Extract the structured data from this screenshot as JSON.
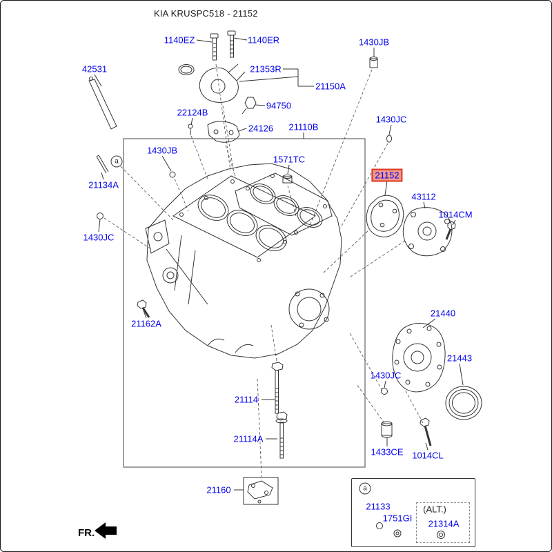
{
  "title": "KIA KRUSPC518 - 21152",
  "colors": {
    "label-color": "#0404ee",
    "highlight-bg": "#f0968b",
    "highlight-border": "#dd3a22",
    "line-color": "#333333"
  },
  "context_marker": "a",
  "highlight": {
    "text": "21152"
  },
  "labels": [
    {
      "text": "1140EZ"
    },
    {
      "text": "1140ER"
    },
    {
      "text": "1430JB"
    },
    {
      "text": "42531"
    },
    {
      "text": "21353R"
    },
    {
      "text": "21150A"
    },
    {
      "text": "94750"
    },
    {
      "text": "22124B"
    },
    {
      "text": "24126"
    },
    {
      "text": "21110B"
    },
    {
      "text": "1430JC"
    },
    {
      "text": "1430JB"
    },
    {
      "text": "1571TC"
    },
    {
      "text": "21134A"
    },
    {
      "text": "43112"
    },
    {
      "text": "1014CM"
    },
    {
      "text": "1430JC"
    },
    {
      "text": "21162A"
    },
    {
      "text": "21440"
    },
    {
      "text": "21443"
    },
    {
      "text": "1430JC"
    },
    {
      "text": "21114"
    },
    {
      "text": "21114A"
    },
    {
      "text": "1433CE"
    },
    {
      "text": "1014CL"
    },
    {
      "text": "21160"
    }
  ],
  "legend": {
    "marker": "a",
    "item1": "21133",
    "item2": "1751GI",
    "alt_caption": "(ALT.)",
    "alt_part": "21314A"
  },
  "footer": {
    "fr_label": "FR."
  }
}
